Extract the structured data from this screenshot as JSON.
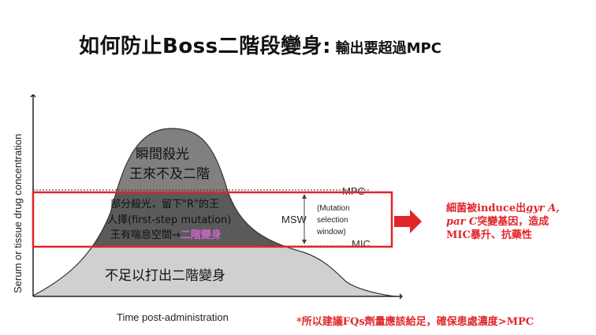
{
  "title": {
    "main": "如何防止Boss二階段變身:",
    "sub": "輸出要超過MPC"
  },
  "chart": {
    "ylabel": "Serum or tissue drug concentration",
    "xlabel": "Time post-administration",
    "mpc_label": "MPC",
    "mic_label": "MIC",
    "msw_label": "MSW",
    "msw_desc": [
      "(Mutation",
      "selection",
      "window)"
    ],
    "top_zone": [
      "瞬間殺光",
      "王來不及二階"
    ],
    "mid_zone": [
      "部分殺光，留下\"R\"的王",
      "人擇(first-step mutation)",
      "王有喘息空間→"
    ],
    "mid_highlight": "二階變身",
    "low_zone": "不足以打出二階變身"
  },
  "side_note": {
    "line1_a": "細菌被induce出",
    "line1_b": "gyr A,",
    "line2_a": "par C",
    "line2_b": "突變基因，造成",
    "line3": "MIC暴升、抗藥性"
  },
  "bottom_note": "*所以建議FQs劑量應該給足，確保患處濃度>MPC",
  "colors": {
    "accent": "#e0262a",
    "highlight": "#cc66cc"
  }
}
